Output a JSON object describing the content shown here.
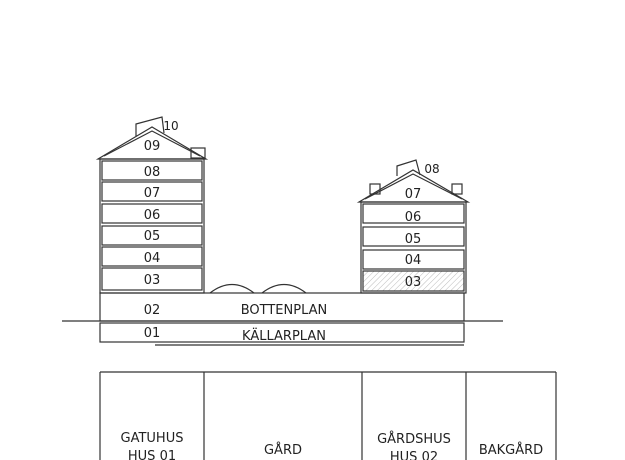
{
  "section": {
    "gatuhus_floors": [
      "01",
      "02",
      "03",
      "04",
      "05",
      "06",
      "07",
      "08",
      "09",
      "10"
    ],
    "gardshus_floors": [
      "01",
      "02",
      "03",
      "04",
      "05",
      "06",
      "07",
      "08"
    ],
    "bottenplan_label": "BOTTENPLAN",
    "kallarplan_label": "KÄLLARPLAN"
  },
  "plan": {
    "gatuhus_line1": "GATUHUS",
    "gatuhus_line2": "HUS 01",
    "gard_label": "GÅRD",
    "gardshus_line1": "GÅRDSHUS",
    "gardshus_line2": "HUS 02",
    "bakgard_label": "BAKGÅRD"
  }
}
